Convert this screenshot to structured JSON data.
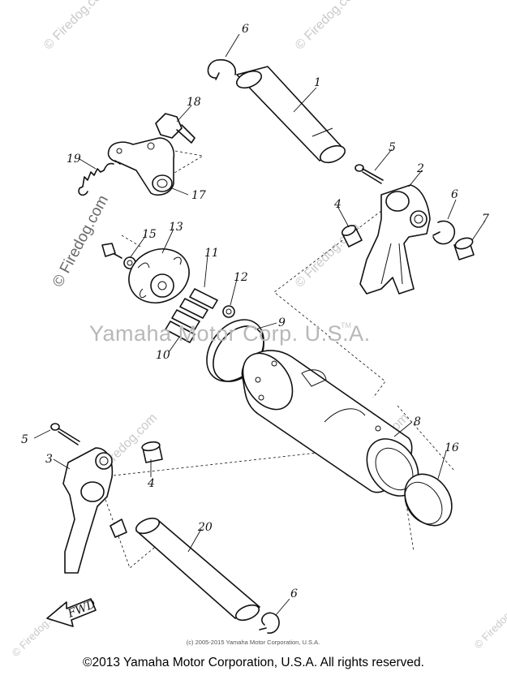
{
  "callouts": {
    "c1": "1",
    "c2": "2",
    "c3": "3",
    "c4a": "4",
    "c4b": "4",
    "c5a": "5",
    "c5b": "5",
    "c6a": "6",
    "c6b": "6",
    "c6c": "6",
    "c7": "7",
    "c8": "8",
    "c9": "9",
    "c10": "10",
    "c11": "11",
    "c12": "12",
    "c13": "13",
    "c15": "15",
    "c16": "16",
    "c17": "17",
    "c18": "18",
    "c19": "19",
    "c20": "20",
    "cfwd": "FWD"
  },
  "watermarks": {
    "firedog": "© Firedog.com",
    "yamaha": "Yamaha Motor Corp. U.S.A.",
    "tm": "TM"
  },
  "copyright_small": "(c) 2005-2015 Yamaha Motor Corporation, U.S.A.",
  "footer": "©2013 Yamaha Motor Corporation, U.S.A. All rights reserved."
}
